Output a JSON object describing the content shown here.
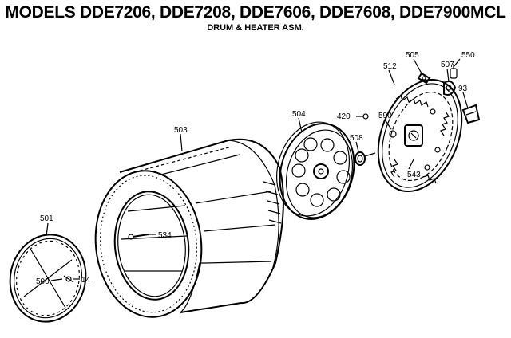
{
  "header": {
    "title": "MODELS DDE7206, DDE7208, DDE7606, DDE7608, DDE7900MCL",
    "subtitle": "DRUM & HEATER ASM."
  },
  "callouts": {
    "c501": "501",
    "c500": "500",
    "c14": "14",
    "c503": "503",
    "c534": "534",
    "c504": "504",
    "c508": "508",
    "c420": "420",
    "c512": "512",
    "c505": "505",
    "c507": "507",
    "c550": "550",
    "c93": "93",
    "c543": "543",
    "c590": "590"
  }
}
